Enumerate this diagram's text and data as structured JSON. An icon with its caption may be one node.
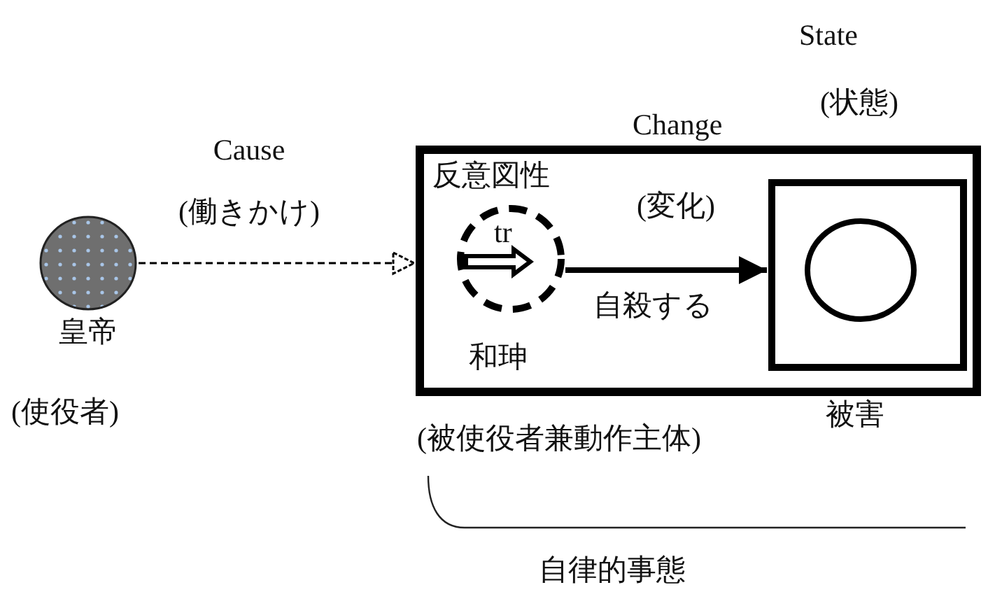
{
  "diagram": {
    "nodes": [
      {
        "text": [
          "皇帝"
        ],
        "beside": [
          "(使役者)"
        ]
      },
      {
        "text": [
          "反意図性"
        ]
      },
      {
        "text": [
          "tr",
          "和珅"
        ],
        "in": 1
      },
      {
        "text": [],
        "shape": "box",
        "in": 1
      },
      {
        "text": [],
        "shape": "circle",
        "in": 3
      }
    ],
    "edges": [
      {
        "from": 0,
        "to": 1,
        "arrow": "to",
        "label": "Cause (働きかけ)",
        "style": "dashed"
      },
      {
        "from": 2,
        "to": 3,
        "arrow": "to",
        "label": "自殺する",
        "style": "thick"
      }
    ],
    "labels": [
      "State",
      "(状態)",
      "Change",
      "(変化)",
      "(被使役者兼動作主体)",
      "被害",
      "自律的事態"
    ]
  }
}
